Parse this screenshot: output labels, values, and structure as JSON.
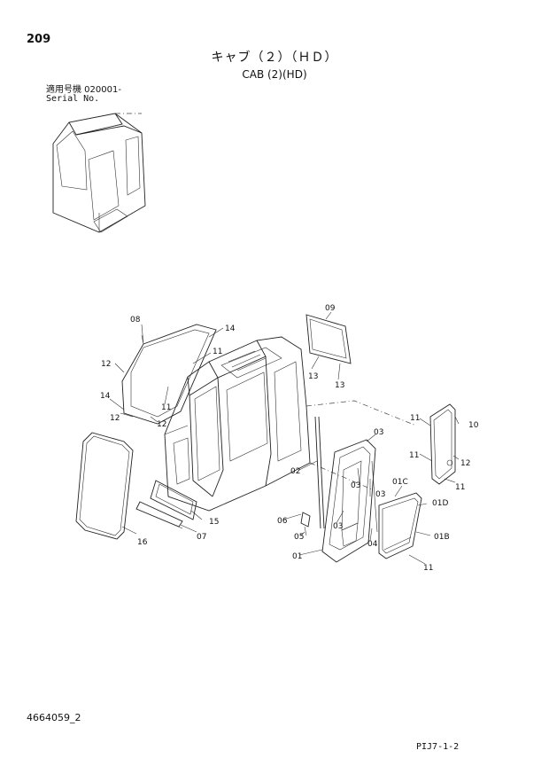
{
  "header": {
    "page_number": "209",
    "title_jp": "キャブ（２）（ＨＤ）",
    "title_en": "CAB (2)(HD)",
    "serial_label_jp": "適用号機 020001-",
    "serial_label_en": "Serial No."
  },
  "footer": {
    "document_number": "4664059_2",
    "reference_code": "PIJ7-1-2"
  },
  "callouts": {
    "c08": "08",
    "c14a": "14",
    "c11a": "11",
    "c12a": "12",
    "c11b": "11",
    "c14b": "14",
    "c12b": "12",
    "c12c": "12",
    "c09": "09",
    "c13a": "13",
    "c13b": "13",
    "c16": "16",
    "c15": "15",
    "c07": "07",
    "c02": "02",
    "c03a": "03",
    "c03b": "03",
    "c03c": "03",
    "c03d": "03",
    "c06": "06",
    "c05": "05",
    "c01": "01",
    "c04": "04",
    "c01C": "01C",
    "c01D": "01D",
    "c01B": "01B",
    "c11c": "11",
    "c11d": "11",
    "c10": "10",
    "c12d": "12",
    "c11e": "11",
    "c11f": "11"
  }
}
